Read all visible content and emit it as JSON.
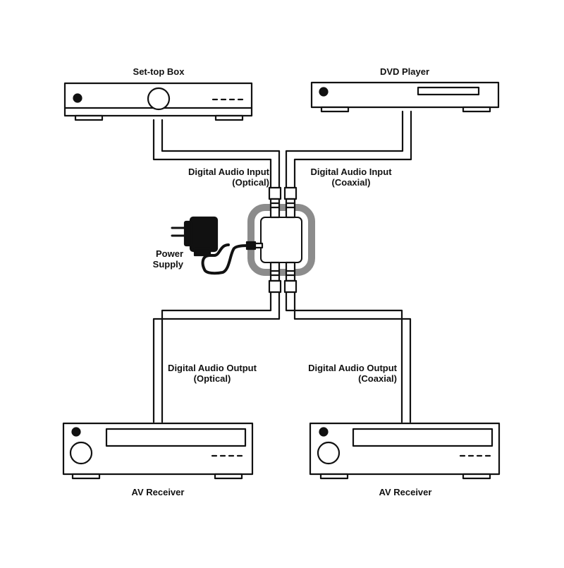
{
  "devices": {
    "set_top_box": {
      "label": "Set-top Box"
    },
    "dvd_player": {
      "label": "DVD Player"
    },
    "av_receiver_left": {
      "label": "AV Receiver"
    },
    "av_receiver_right": {
      "label": "AV Receiver"
    }
  },
  "connections": {
    "input_optical": {
      "line1": "Digital Audio Input",
      "line2": "(Optical)"
    },
    "input_coaxial": {
      "line1": "Digital Audio Input",
      "line2": "(Coaxial)"
    },
    "output_optical": {
      "line1": "Digital Audio Output",
      "line2": "(Optical)"
    },
    "output_coaxial": {
      "line1": "Digital Audio Output",
      "line2": "(Coaxial)"
    }
  },
  "power": {
    "line1": "Power",
    "line2": "Supply"
  },
  "colors": {
    "line": "#111111",
    "converter_frame": "#8c8c8c",
    "background": "#ffffff"
  }
}
